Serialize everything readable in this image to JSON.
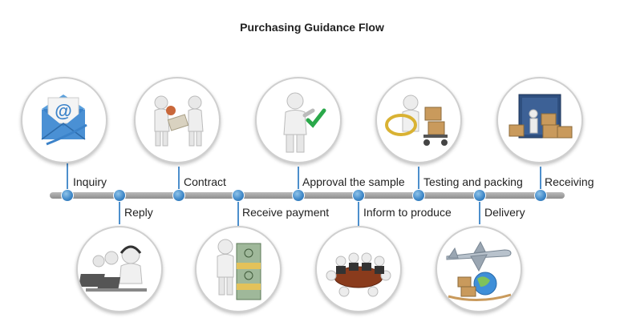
{
  "title": "Purchasing Guidance Flow",
  "steps": [
    {
      "label": "Inquiry",
      "icon": "email-at-icon"
    },
    {
      "label": "Reply",
      "icon": "call-center-icon"
    },
    {
      "label": "Contract",
      "icon": "handshake-contract-icon"
    },
    {
      "label": "Receive payment",
      "icon": "money-stack-icon"
    },
    {
      "label": "Approval the sample",
      "icon": "checkmark-approval-icon"
    },
    {
      "label": "Inform to produce",
      "icon": "meeting-table-icon"
    },
    {
      "label": "Testing and packing",
      "icon": "magnifier-boxes-icon"
    },
    {
      "label": "Delivery",
      "icon": "airplane-globe-icon"
    },
    {
      "label": "Receiving",
      "icon": "container-boxes-icon"
    }
  ],
  "colors": {
    "accent": "#3d86c6",
    "line": "#9a9a9a",
    "check": "#2aa84a"
  }
}
